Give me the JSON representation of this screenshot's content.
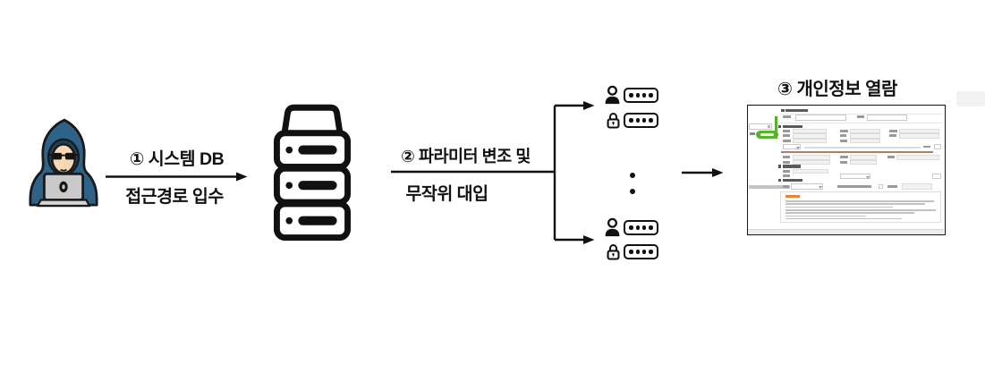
{
  "steps": {
    "step1": {
      "label_top": "① 시스템 DB",
      "label_bottom": "접근경로 입수"
    },
    "step2": {
      "label_top": "② 파라미터 변조 및",
      "label_bottom": "무작위 대입"
    },
    "step3": {
      "label": "③ 개인정보 열람"
    }
  },
  "icons": {
    "hacker": "hooded-hacker-with-laptop",
    "server": "database-server-stack",
    "credential_row_top": "user-icon with masked-password-field",
    "credential_row_bottom": "lock-icon with masked-password-field",
    "ellipsis": "vertical-dots-continuation",
    "result": "personal-information-form-screenshot"
  },
  "credential_fields": {
    "visible_pairs": 2,
    "dots_per_field": 4
  },
  "form_screenshot": {
    "note": "miniature web form with sidebar search, green submit button, labeled input grid, highlighted notice line and fine-print notice box; text too small to read"
  },
  "colors": {
    "outline_black": "#111111",
    "hoodie_blue": "#2e6389",
    "hood_shadow": "#1d4059",
    "skin": "#f6d7b4",
    "laptop_gray": "#c9c9c9",
    "form_accent_green": "#58b32c",
    "notice_orange": "#e8833a",
    "notice_maroon": "#a0674a"
  }
}
